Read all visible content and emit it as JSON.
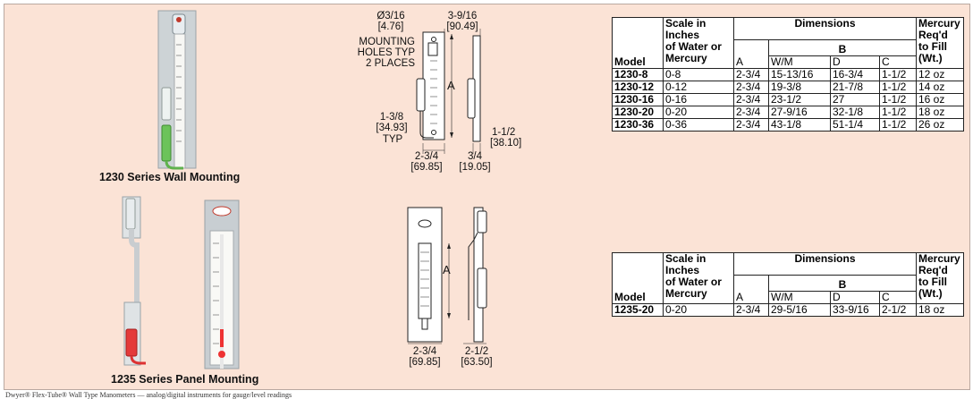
{
  "captions": {
    "wall": "1230 Series Wall Mounting",
    "panel": "1235 Series Panel Mounting"
  },
  "drawing_1230": {
    "hole_dia": "Ø3/16",
    "hole_dia_mm": "[4.76]",
    "top_width": "3-9/16",
    "top_width_mm": "[90.49]",
    "mount_note_1": "MOUNTING",
    "mount_note_2": "HOLES TYP",
    "mount_note_3": "2 PLACES",
    "dim_a": "A",
    "left_off": "1-3/8",
    "left_off_mm": "[34.93]",
    "typ": "TYP",
    "right_off": "1-1/2",
    "right_off_mm": "[38.10]",
    "width": "2-3/4",
    "width_mm": "[69.85]",
    "depth": "3/4",
    "depth_mm": "[19.05]"
  },
  "drawing_1235": {
    "dim_a": "A",
    "width": "2-3/4",
    "width_mm": "[69.85]",
    "depth": "2-1/2",
    "depth_mm": "[63.50]"
  },
  "table_1230": {
    "headers": {
      "model": "Model",
      "scale_1": "Scale in",
      "scale_2": "Inches",
      "scale_3": "of Water or",
      "scale_4": "Mercury",
      "dimensions": "Dimensions",
      "b": "B",
      "a": "A",
      "wm": "W/M",
      "d": "D",
      "c": "C",
      "merc_1": "Mercury",
      "merc_2": "Req'd",
      "merc_3": "to Fill",
      "merc_4": "(Wt.)"
    },
    "rows": [
      {
        "model": "1230-8",
        "scale": "0-8",
        "a": "2-3/4",
        "wm": "15-13/16",
        "d": "16-3/4",
        "c": "1-1/2",
        "fill": "12 oz"
      },
      {
        "model": "1230-12",
        "scale": "0-12",
        "a": "2-3/4",
        "wm": "19-3/8",
        "d": "21-7/8",
        "c": "1-1/2",
        "fill": "14 oz"
      },
      {
        "model": "1230-16",
        "scale": "0-16",
        "a": "2-3/4",
        "wm": "23-1/2",
        "d": "27",
        "c": "1-1/2",
        "fill": "16 oz"
      },
      {
        "model": "1230-20",
        "scale": "0-20",
        "a": "2-3/4",
        "wm": "27-9/16",
        "d": "32-1/8",
        "c": "1-1/2",
        "fill": "18 oz"
      },
      {
        "model": "1230-36",
        "scale": "0-36",
        "a": "2-3/4",
        "wm": "43-1/8",
        "d": "51-1/4",
        "c": "1-1/2",
        "fill": "26 oz"
      }
    ]
  },
  "table_1235": {
    "headers": {
      "model": "Model",
      "scale_1": "Scale in",
      "scale_2": "Inches",
      "scale_3": "of Water or",
      "scale_4": "Mercury",
      "dimensions": "Dimensions",
      "b": "B",
      "a": "A",
      "wm": "W/M",
      "d": "D",
      "c": "C",
      "merc_1": "Mercury",
      "merc_2": "Req'd",
      "merc_3": "to Fill",
      "merc_4": "(Wt.)"
    },
    "rows": [
      {
        "model": "1235-20",
        "scale": "0-20",
        "a": "2-3/4",
        "wm": "29-5/16",
        "d": "33-9/16",
        "c": "2-1/2",
        "fill": "18 oz"
      }
    ]
  },
  "footer": "Dwyer® Flex-Tube® Wall Type Manometers — analog/digital instruments for gauge/level readings"
}
